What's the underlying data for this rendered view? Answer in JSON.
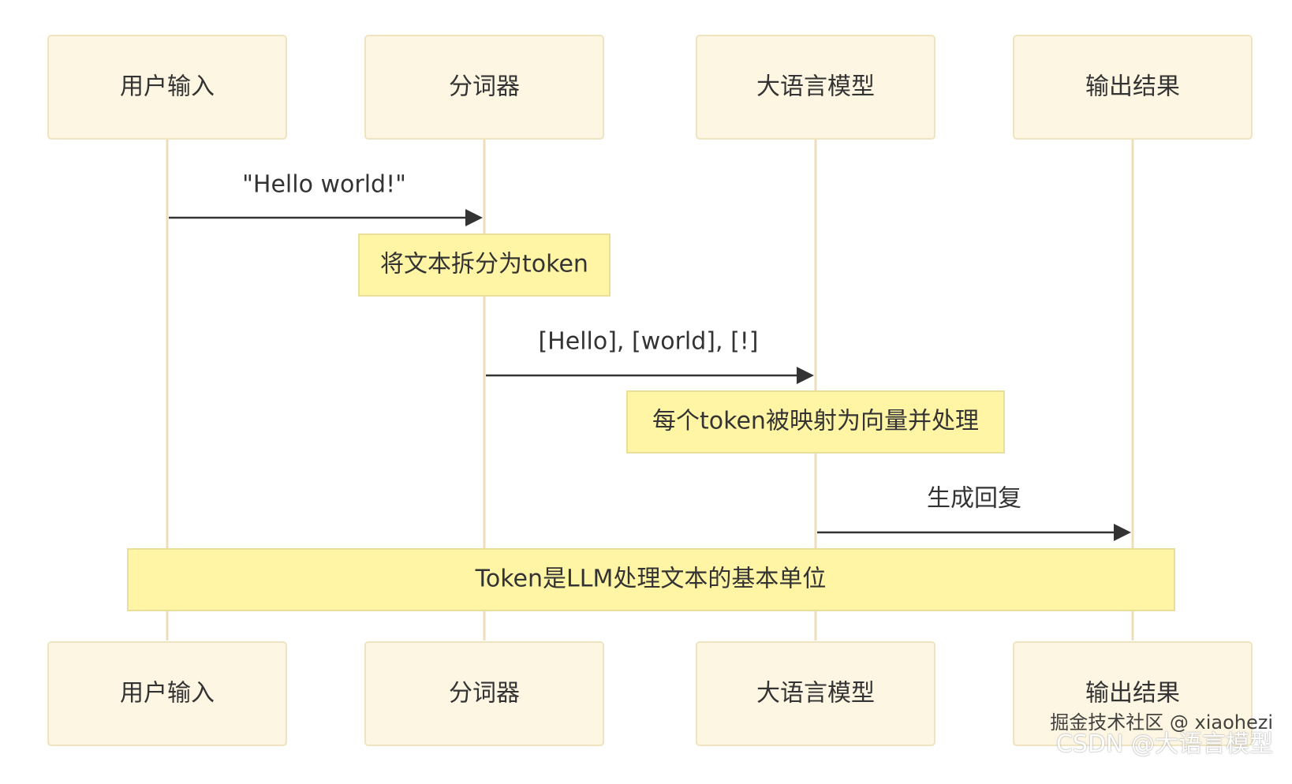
{
  "actors": [
    {
      "label": "用户输入"
    },
    {
      "label": "分词器"
    },
    {
      "label": "大语言模型"
    },
    {
      "label": "输出结果"
    }
  ],
  "messages": [
    {
      "label": "\"Hello world!\""
    },
    {
      "label": "[Hello], [world], [!]"
    },
    {
      "label": "生成回复"
    }
  ],
  "notes": [
    {
      "label": "将文本拆分为token"
    },
    {
      "label": "每个token被映射为向量并处理"
    },
    {
      "label": "Token是LLM处理文本的基本单位"
    }
  ],
  "watermark": {
    "line1": "掘金技术社区 @ xiaohezi",
    "line2": "CSDN @大语言模型"
  }
}
